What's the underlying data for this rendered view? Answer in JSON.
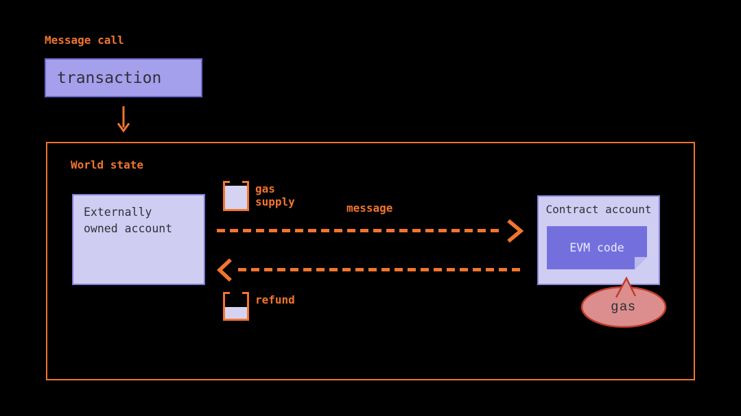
{
  "diagram": {
    "title": "Message call",
    "transaction_label": "transaction",
    "world_state": {
      "label": "World state",
      "eoa_label": "Externally owned account",
      "gas_supply_label": "gas supply",
      "message_label": "message",
      "refund_label": "refund",
      "contract": {
        "title": "Contract account",
        "evm_code_label": "EVM code"
      },
      "gas_bubble_label": "gas"
    }
  },
  "colors": {
    "background": "#000000",
    "accent_orange": "#f2752e",
    "account_box_fill": "#d0cdf2",
    "account_box_border": "#7f7ad2",
    "transaction_fill": "#a5a0ec",
    "transaction_border": "#6b66c9",
    "evm_code_fill": "#7370de",
    "evm_code_fold": "#bcb9ee",
    "gas_bubble_fill": "#dc8e8e",
    "gas_bubble_border": "#c23b2b",
    "dark_text": "#30303a",
    "beaker_liquid_fill": "#d6d3f2"
  }
}
